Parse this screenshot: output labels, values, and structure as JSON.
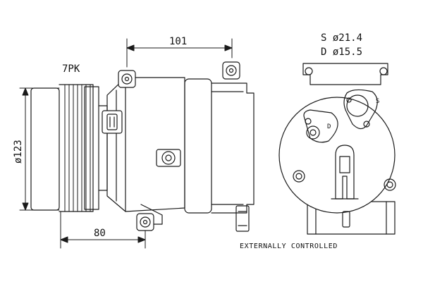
{
  "colors": {
    "ink": "#1a1a1a",
    "fill": "#ffffff"
  },
  "labels": {
    "belt": "7PK",
    "dim_width": "101",
    "dim_diameter": "ø123",
    "dim_pulley": "80",
    "port_suction": "S ø21.4",
    "port_discharge": "D ø15.5",
    "mark_s": "S",
    "mark_d": "D",
    "control_note": "EXTERNALLY CONTROLLED"
  }
}
